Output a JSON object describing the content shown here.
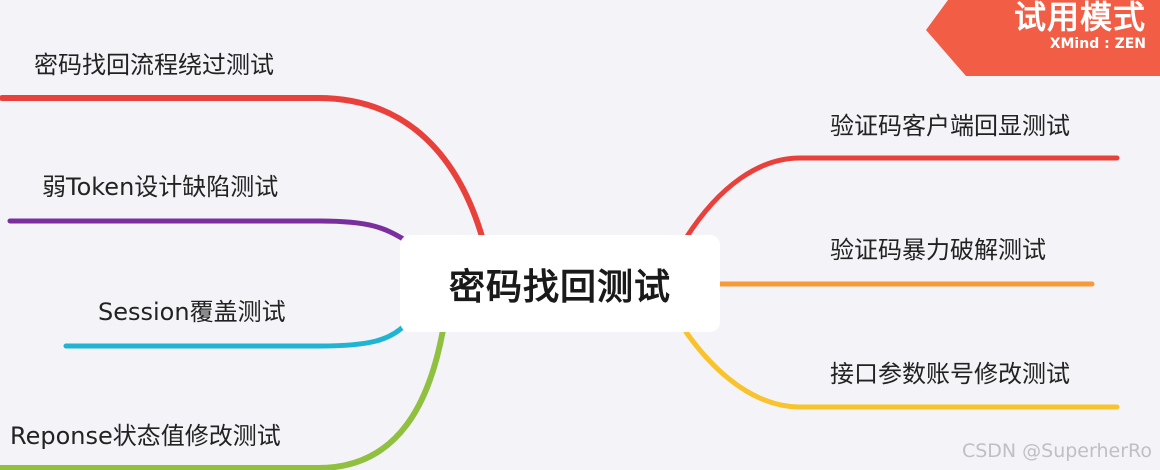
{
  "root": {
    "label": "密码找回测试"
  },
  "left_topics": [
    {
      "label": "密码找回流程绕过测试",
      "color": "#e8413b"
    },
    {
      "label": "弱Token设计缺陷测试",
      "color": "#7b2f9e"
    },
    {
      "label": "Session覆盖测试",
      "color": "#1fb4d4"
    },
    {
      "label": "Reponse状态值修改测试",
      "color": "#8fc040"
    }
  ],
  "right_topics": [
    {
      "label": "验证码客户端回显测试",
      "color": "#e8413b"
    },
    {
      "label": "验证码暴力破解测试",
      "color": "#f69a3a"
    },
    {
      "label": "接口参数账号修改测试",
      "color": "#f8c32c"
    }
  ],
  "badge": {
    "title": "试用模式",
    "subtitle": "XMind : ZEN",
    "color": "#f15d45"
  },
  "watermark": "CSDN @SuperherRo"
}
